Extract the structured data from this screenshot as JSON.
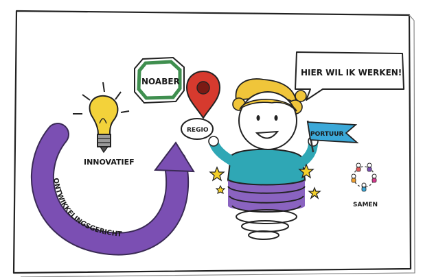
{
  "labels": {
    "noaber": "NOABER",
    "regio": "REGIO",
    "speech": "HIER WIL IK WERKEN!",
    "portuur": "PORTUUR",
    "innovatief": "INNOVATIEF",
    "ontwikkelingsgericht": "ONTWIKKELINGSGERICHT",
    "samen": "SAMEN"
  },
  "colors": {
    "purple": "#7b4fb3",
    "pin_red": "#d63a2e",
    "noaber_green": "#3f8f4f",
    "flag_blue": "#3ba8d8",
    "hair_yellow": "#f0c53a",
    "body_teal": "#2fa7b5",
    "spring_purple": "#8a63c0",
    "star_yellow": "#f4d02a",
    "bulb_yellow": "#f3d23a"
  },
  "icons": [
    "lightbulb-icon",
    "location-pin-icon",
    "star-icon",
    "people-circle-icon"
  ]
}
